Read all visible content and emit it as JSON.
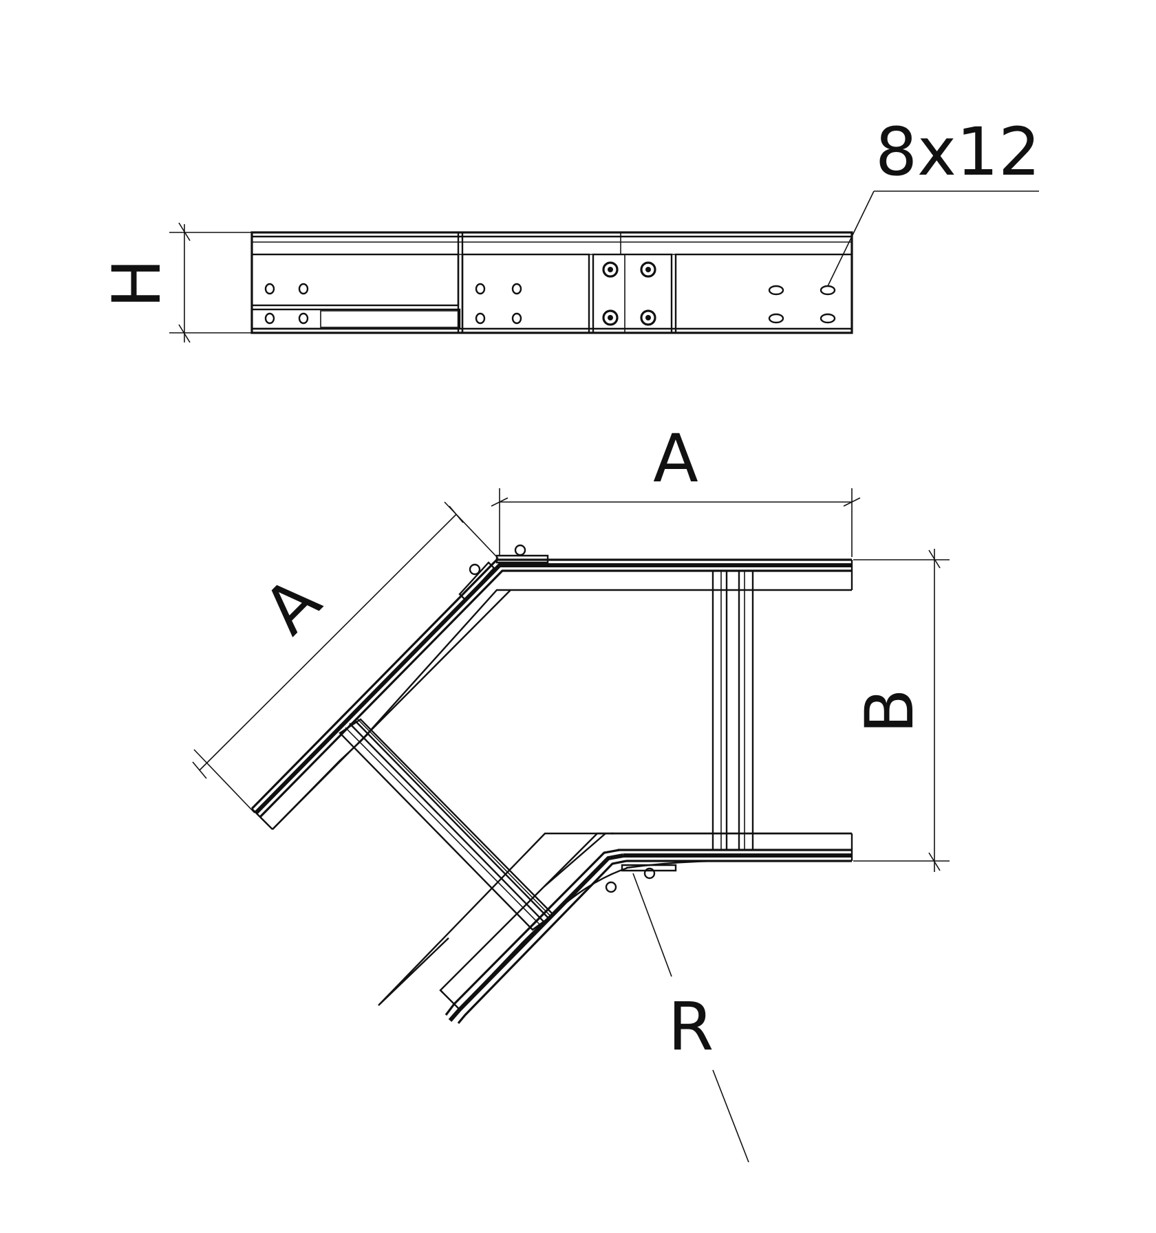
{
  "labels": {
    "hole_size": "8x12",
    "height": "H",
    "length_top": "A",
    "length_diagonal": "A",
    "width": "B",
    "radius": "R"
  },
  "colors": {
    "line": "#111111",
    "background": "#ffffff"
  }
}
